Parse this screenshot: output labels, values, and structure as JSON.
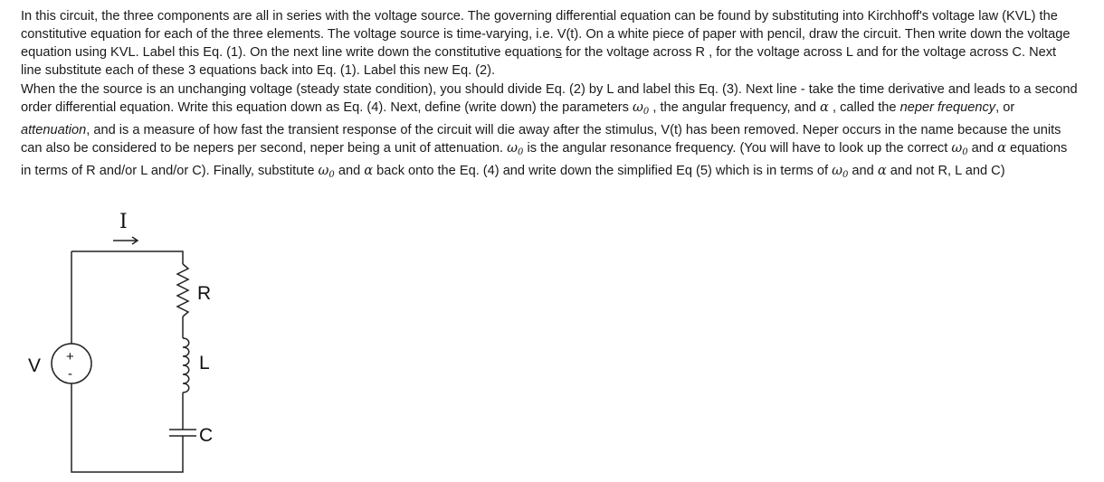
{
  "paragraph1": {
    "s1": "In this circuit, the three components are all in series with the voltage source. The governing differential equation can be found by substituting into Kirchhoff's voltage law (KVL) the constitutive equation for each of the three elements. The voltage source is time-varying, i.e. V(t).  On a white piece of paper with pencil, draw the circuit. Then write down the voltage equation using KVL. Label this Eq. (1).  On the next line write down the constitutive equation",
    "s_underlined": "s",
    "s2": " for the voltage across R , for the voltage across L and for the voltage across C.  Next line substitute each of these 3 equations back into Eq. (1).  Label this new Eq. (2)."
  },
  "paragraph2": {
    "t1": "When the the source is an unchanging voltage (steady state condition), you should divide Eq. (2) by L and label this Eq. (3).  Next line  - take the time derivative and leads to a second order differential equation. Write this equation down as Eq. (4). Next, define (write down) the parameters ",
    "omega": "ω",
    "zero": "0",
    "t2": " , the angular frequency,  and ",
    "alpha": "α",
    "t3": " , called the ",
    "neper_freq": "neper frequency",
    "t4": ", or ",
    "attenuation": "attenuation",
    "t5": ", and is a measure of how fast the transient response of the circuit will die away after the stimulus, V(t) has been removed. Neper occurs in the name because the units can also be considered to be nepers per second, neper being a unit of attenuation. ",
    "t6": " is the angular resonance frequency. (You will have to look up the correct ",
    "t7": " and ",
    "t8": " equations in terms of R and/or L and/or C).  Finally, substitute ",
    "t9": " and ",
    "t10": " back onto the Eq. (4) and write down the simplified  Eq (5) which is in terms of ",
    "t11": " and ",
    "t12": "  and not R, L and C)"
  },
  "circuit": {
    "current_label": "I",
    "current_arrow": "→",
    "source_label": "V",
    "source_plus": "+",
    "source_minus": "-",
    "resistor_label": "R",
    "inductor_label": "L",
    "capacitor_label": "C"
  }
}
